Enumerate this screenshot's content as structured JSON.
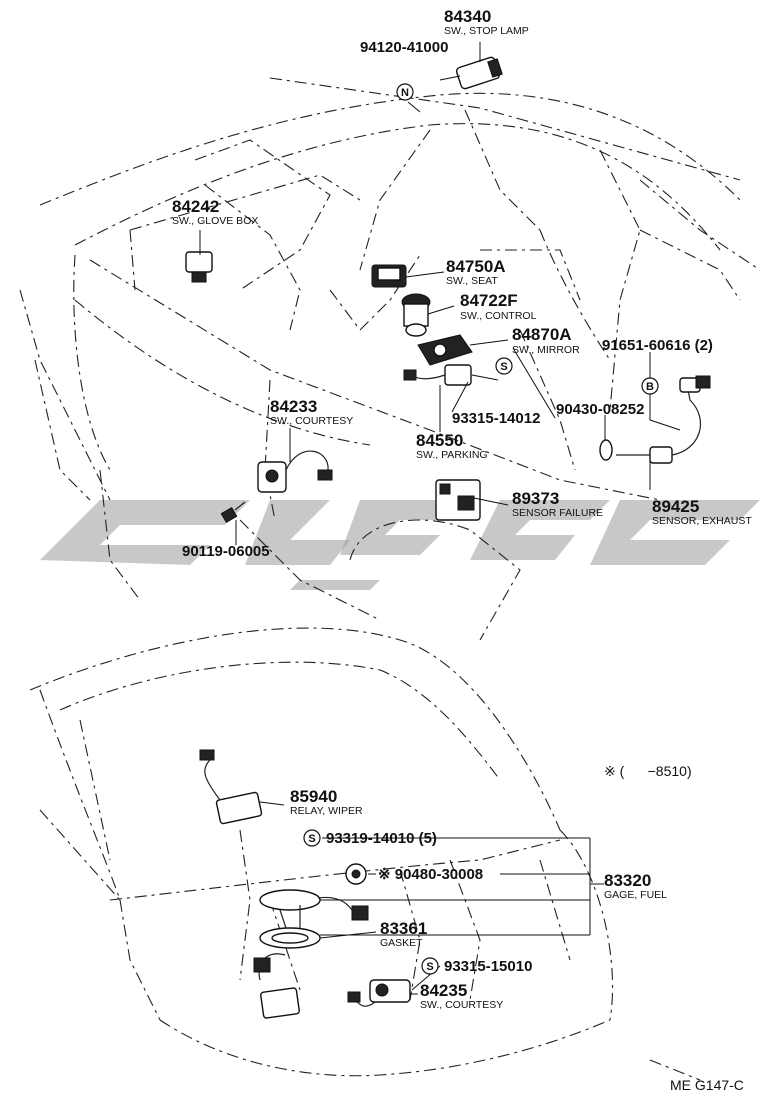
{
  "parts": [
    {
      "number": "84340",
      "description": "SW., STOP LAMP"
    },
    {
      "number": "94120-41000",
      "description": ""
    },
    {
      "number": "84242",
      "description": "SW., GLOVE BOX"
    },
    {
      "number": "84750A",
      "description": "SW., SEAT"
    },
    {
      "number": "84722F",
      "description": "SW., CONTROL"
    },
    {
      "number": "84870A",
      "description": "SW., MIRROR"
    },
    {
      "number": "91651-60616 (2)",
      "description": ""
    },
    {
      "number": "90430-08252",
      "description": ""
    },
    {
      "number": "93315-14012",
      "description": ""
    },
    {
      "number": "84233",
      "description": "SW., COURTESY"
    },
    {
      "number": "84550",
      "description": "SW., PARKING"
    },
    {
      "number": "89373",
      "description": "SENSOR FAILURE"
    },
    {
      "number": "89425",
      "description": "SENSOR, EXHAUST"
    },
    {
      "number": "90119-06005",
      "description": ""
    },
    {
      "number": "85940",
      "description": "RELAY, WIPER"
    },
    {
      "number": "93319-14010 (5)",
      "description": ""
    },
    {
      "number": "※ 90480-30008",
      "description": ""
    },
    {
      "number": "83320",
      "description": "GAGE, FUEL"
    },
    {
      "number": "83361",
      "description": "GASKET"
    },
    {
      "number": "93315-15010",
      "description": ""
    },
    {
      "number": "84235",
      "description": "SW., COURTESY"
    }
  ],
  "markers": {
    "n": "N",
    "s": "S",
    "b": "B"
  },
  "note": "※ (      −8510)",
  "figure_code": "ME G147-C"
}
